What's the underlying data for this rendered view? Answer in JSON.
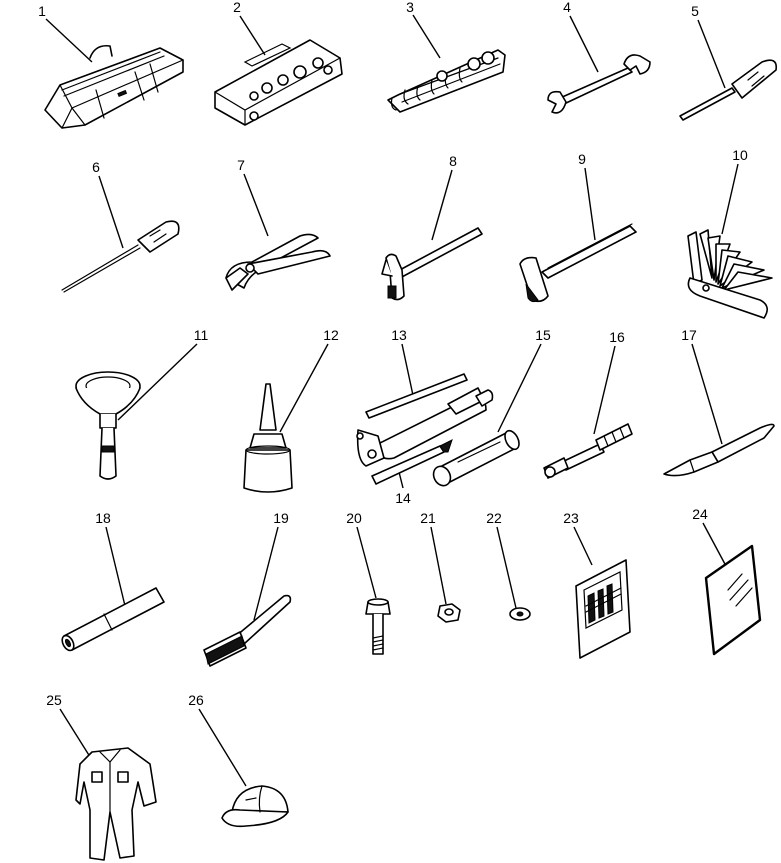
{
  "parts": [
    {
      "label": "1",
      "icon": "tool-bag-icon"
    },
    {
      "label": "2",
      "icon": "socket-set-case-icon"
    },
    {
      "label": "3",
      "icon": "wrench-set-icon"
    },
    {
      "label": "4",
      "icon": "open-end-wrench-icon"
    },
    {
      "label": "5",
      "icon": "flat-screwdriver-icon"
    },
    {
      "label": "6",
      "icon": "cross-screwdriver-icon"
    },
    {
      "label": "7",
      "icon": "pliers-icon"
    },
    {
      "label": "8",
      "icon": "hammer-icon"
    },
    {
      "label": "9",
      "icon": "mallet-icon"
    },
    {
      "label": "10",
      "icon": "feeler-gauge-icon"
    },
    {
      "label": "11",
      "icon": "funnel-icon"
    },
    {
      "label": "12",
      "icon": "oil-can-icon"
    },
    {
      "label": "13",
      "icon": "grease-gun-icon"
    },
    {
      "label": "14",
      "icon": "grease-nozzle-icon"
    },
    {
      "label": "15",
      "icon": "grease-cartridge-icon"
    },
    {
      "label": "16",
      "icon": "adapter-icon"
    },
    {
      "label": "17",
      "icon": "knife-icon"
    },
    {
      "label": "18",
      "icon": "pipe-icon"
    },
    {
      "label": "19",
      "icon": "wire-brush-icon"
    },
    {
      "label": "20",
      "icon": "bolt-icon"
    },
    {
      "label": "21",
      "icon": "nut-icon"
    },
    {
      "label": "22",
      "icon": "washer-icon"
    },
    {
      "label": "23",
      "icon": "label-plate-icon"
    },
    {
      "label": "24",
      "icon": "mirror-icon"
    },
    {
      "label": "25",
      "icon": "coverall-icon"
    },
    {
      "label": "26",
      "icon": "cap-icon"
    }
  ]
}
